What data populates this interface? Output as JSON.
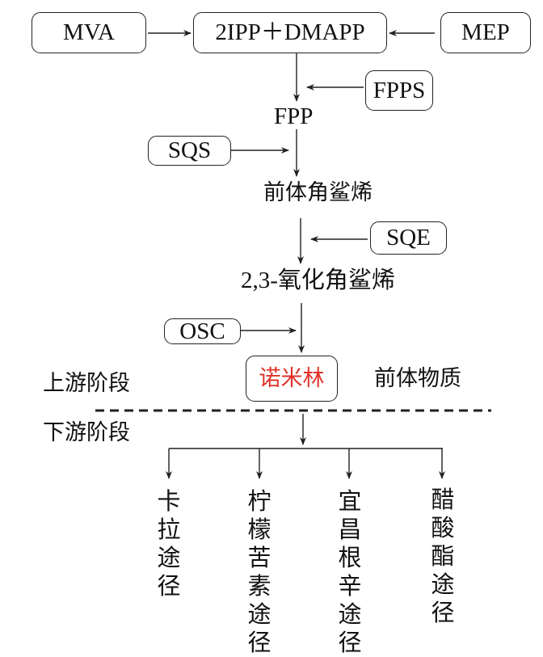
{
  "diagram": {
    "sources": {
      "mva": "MVA",
      "mep": "MEP",
      "precursor_pool": "2IPP＋DMAPP"
    },
    "enzymes": {
      "fpps": "FPPS",
      "sqs": "SQS",
      "sqe": "SQE",
      "osc": "OSC"
    },
    "intermediates": {
      "fpp": "FPP",
      "presqualene": "前体角鲨烯",
      "oxidosqualene": "2,3-氧化角鲨烯"
    },
    "product": {
      "name": "诺米林",
      "name_color": "#e0312a",
      "annotation": "前体物质"
    },
    "stages": {
      "upstream": "上游阶段",
      "downstream": "下游阶段"
    },
    "branches": [
      {
        "label": "卡拉途径"
      },
      {
        "label": "柠檬苦素途径"
      },
      {
        "label": "宜昌根辛途径"
      },
      {
        "label": "醋酸酯途径"
      }
    ]
  }
}
